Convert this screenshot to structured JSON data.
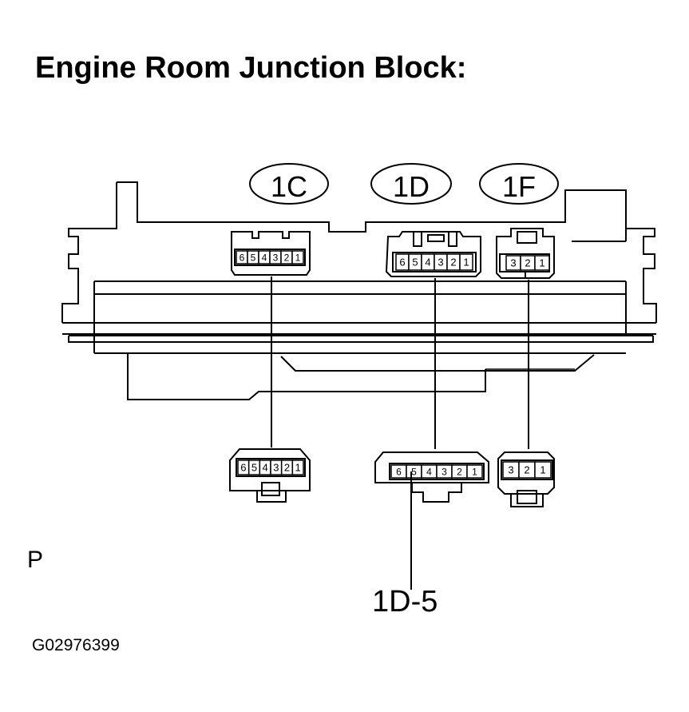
{
  "title": "Engine Room Junction Block:",
  "connectors": [
    {
      "id": "1C",
      "pins": [
        "6",
        "5",
        "4",
        "3",
        "2",
        "1"
      ]
    },
    {
      "id": "1D",
      "pins": [
        "6",
        "5",
        "4",
        "3",
        "2",
        "1"
      ]
    },
    {
      "id": "1F",
      "pins": [
        "3",
        "2",
        "1"
      ]
    }
  ],
  "callout": "1D-5",
  "view_label": "P",
  "figure_id": "G02976399"
}
